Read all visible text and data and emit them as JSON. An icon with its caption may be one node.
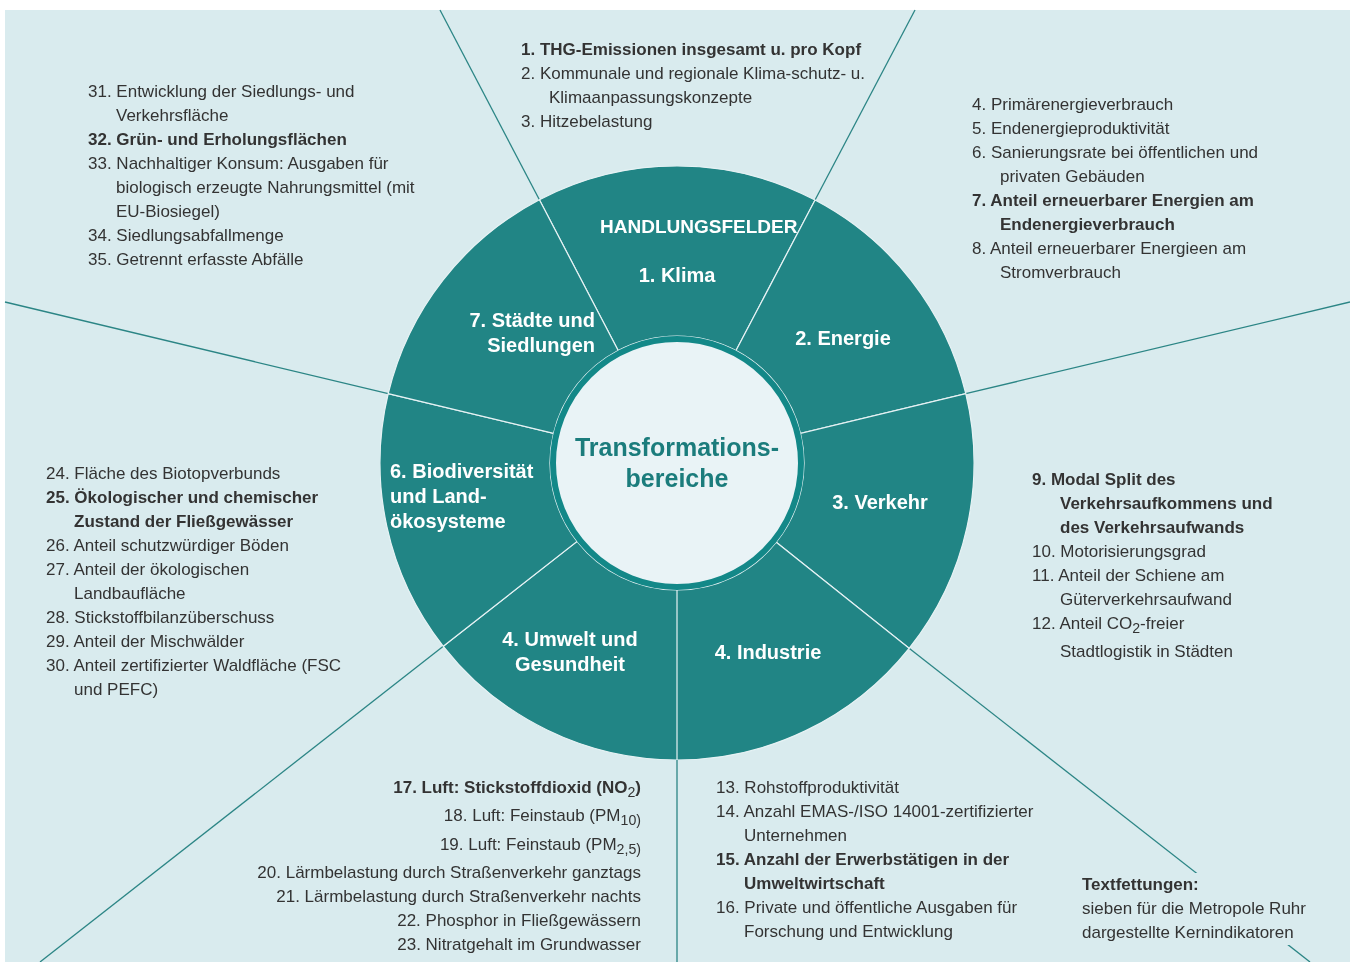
{
  "diagram": {
    "nodes": [
      {
        "text": [
          "Transformations-bereiche"
        ]
      },
      {
        "text": [
          "1. Klima"
        ]
      },
      {
        "text": [
          "2. Energie"
        ]
      },
      {
        "text": [
          "3. Verkehr"
        ]
      },
      {
        "text": [
          "4. Industrie"
        ]
      },
      {
        "text": [
          "4. Umwelt und Gesundheit"
        ]
      },
      {
        "text": [
          "6. Biodiversität und Land-ökosysteme"
        ]
      },
      {
        "text": [
          "7. Städte und Siedlungen"
        ]
      },
      {
        "text": [
          "**1. THG-Emissionen insgesamt u. pro Kopf**",
          "2. Kommunale und regionale Klima-schutz- u. Klimaanpassungskonzepte",
          "3. Hitzebelastung"
        ]
      },
      {
        "text": [
          "4. Primärenergieverbrauch",
          "5. Endenergieproduktivität",
          "6. Sanierungsrate bei öffentlichen und privaten Gebäuden",
          "**7. Anteil erneuerbarer Energien am Endenergieverbrauch**",
          "8. Anteil erneuerbarer Energieen am Stromverbrauch"
        ]
      },
      {
        "text": [
          "**9. Modal Split des Verkehrsaufkommens und des Verkehrsaufwands**",
          "10. Motorisierungsgrad",
          "11. Anteil der Schiene am Güterverkehrsaufwand",
          "12. Anteil CO$_{2}$-freier Stadtlogistik in Städten"
        ]
      },
      {
        "text": [
          "13. Rohstoffproduktivität",
          "14. Anzahl EMAS-/ISO 14001-zertifizierter Unternehmen",
          "**15. Anzahl der Erwerbstätigen in der Umweltwirtschaft**",
          "16. Private und öffentliche Ausgaben für Forschung und Entwicklung"
        ]
      },
      {
        "text": [
          "**17. Luft: Stickstoffdioxid (NO**$_{2}$**)**",
          "18. Luft: Feinstaub (PM$_{10)}$",
          "19. Luft: Feinstaub (PM$_{2,5)}$",
          "20. Lärmbelastung durch Straßenverkehr ganztags",
          "21. Lärmbelastung durch Straßenverkehr nachts",
          "22. Phosphor in Fließgewässern",
          "23. Nitratgehalt im Grundwasser"
        ]
      },
      {
        "text": [
          "24. Fläche des Biotopverbunds",
          "**25. Ökologischer und chemischer Zustand der Fließgewässer**",
          "26. Anteil schutzwürdiger Böden",
          "27. Anteil der ökologischen Landbaufläche",
          "28. Stickstoffbilanzüberschuss",
          "29. Anteil der Mischwälder",
          "30. Anteil zertifizierter Waldfläche (FSC und PEFC)"
        ]
      },
      {
        "text": [
          "31. Entwicklung der Siedlungs- und Verkehrsfläche",
          "**32. Grün- und Erholungsflächen**",
          "33. Nachhaltiger Konsum: Ausgaben für biologisch erzeugte Nahrungsmittel (mit EU-Biosiegel)",
          "34. Siedlungsabfallmenge",
          "35. Getrennt erfasste Abfälle"
        ]
      }
    ],
    "labels": [
      "HANDLUNGSFELDER",
      "Textfettungen:",
      "sieben für die Metropole Ruhr dargestellte Kernindikatoren"
    ]
  }
}
